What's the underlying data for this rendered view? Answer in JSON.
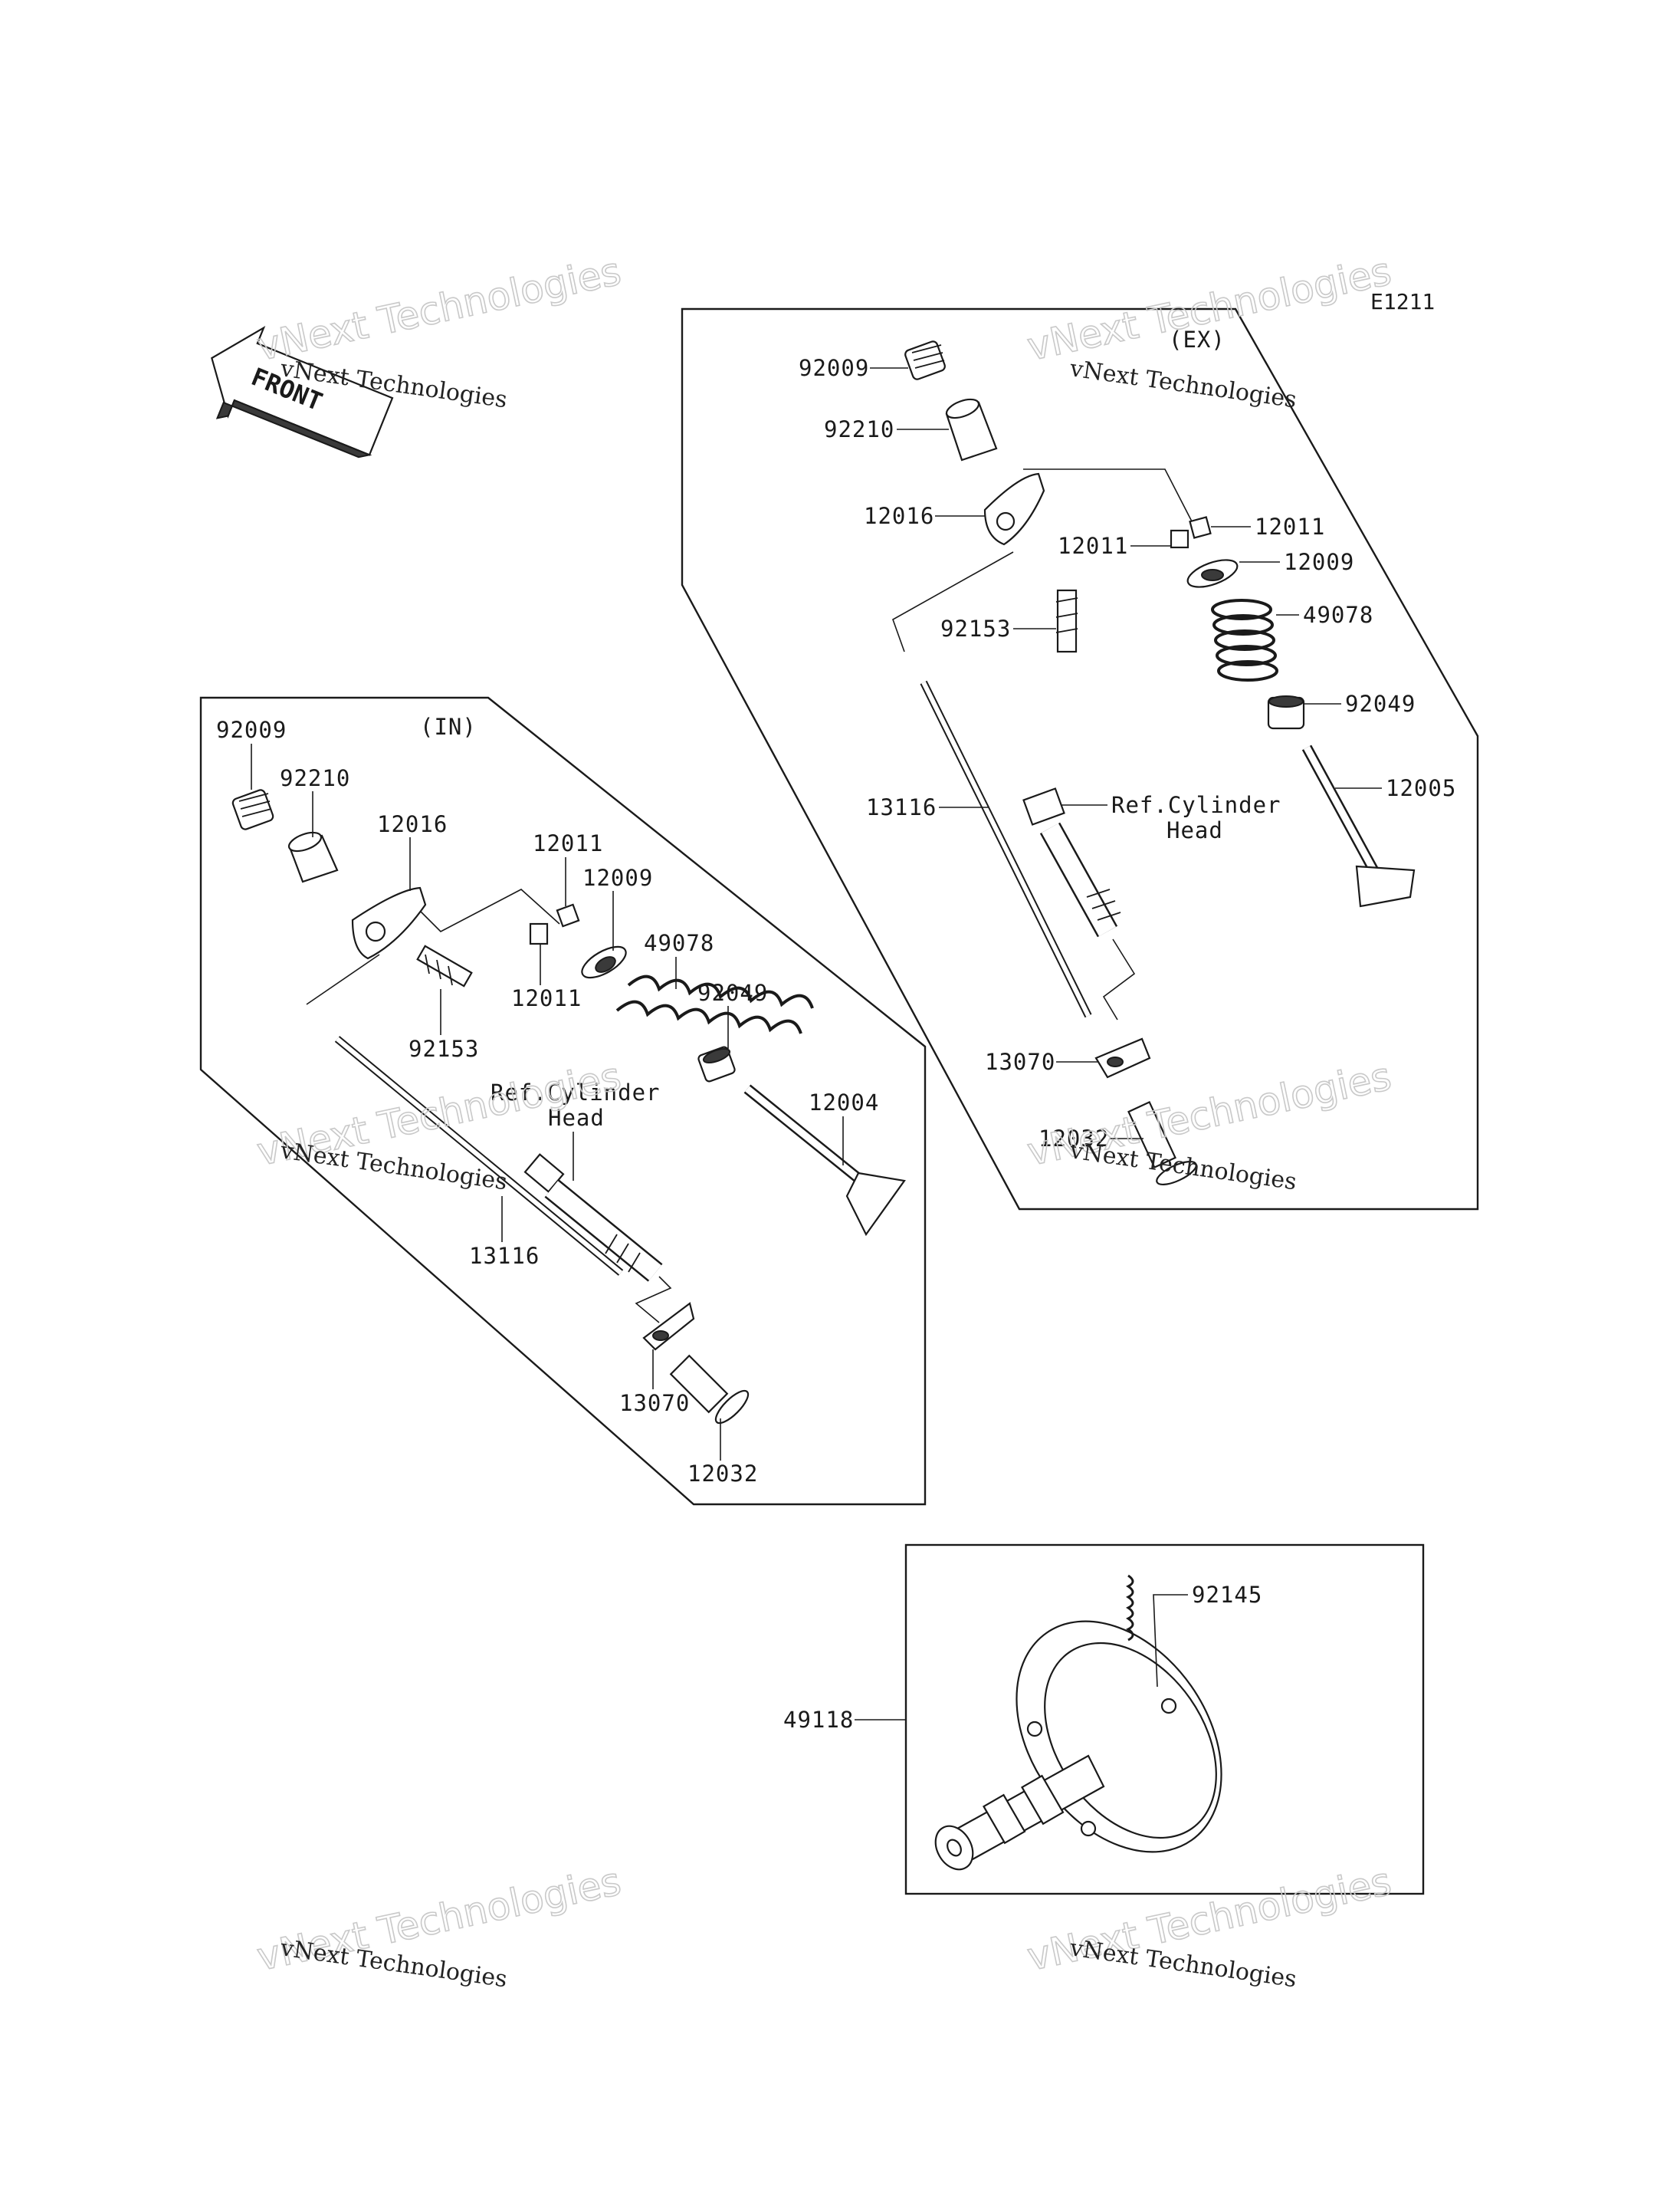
{
  "diagram_code": "E1211",
  "front_label": "FRONT",
  "intake_group": {
    "title": "(IN)",
    "labels": {
      "p92009": "92009",
      "p92210": "92210",
      "p12016": "12016",
      "p12011a": "12011",
      "p12009": "12009",
      "p49078": "49078",
      "p12011b": "12011",
      "p92049": "92049",
      "p92153": "92153",
      "p12004": "12004",
      "ref_line1": "Ref.Cylinder",
      "ref_line2": "Head",
      "p13116": "13116",
      "p13070": "13070",
      "p12032": "12032"
    }
  },
  "exhaust_group": {
    "title": "(EX)",
    "labels": {
      "p92009": "92009",
      "p92210": "92210",
      "p12016": "12016",
      "p12011a": "12011",
      "p12011b": "12011",
      "p12009": "12009",
      "p92153": "92153",
      "p49078": "49078",
      "p92049": "92049",
      "p13116": "13116",
      "ref_line1": "Ref.Cylinder",
      "ref_line2": "Head",
      "p12005": "12005",
      "p13070": "13070",
      "p12032": "12032"
    }
  },
  "camshaft_group": {
    "labels": {
      "p92145": "92145",
      "p49118": "49118"
    }
  },
  "watermark": {
    "small": "vNext Technologies",
    "big": "vNext Technologies"
  }
}
